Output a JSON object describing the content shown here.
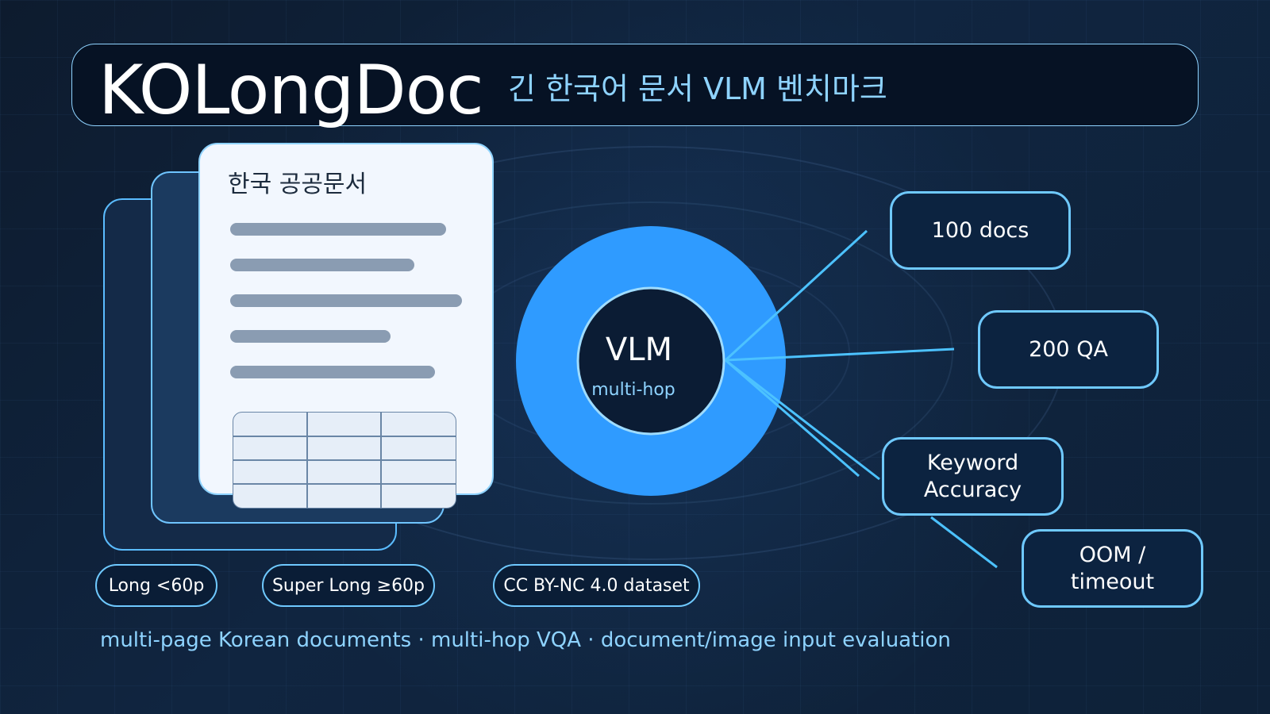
{
  "title": "KOLongDoc",
  "subtitle": "긴 한국어 문서 VLM 벤치마크",
  "document": {
    "title": "한국 공공문서",
    "text_lines": 5,
    "table": {
      "rows": 4,
      "cols": 3
    }
  },
  "center": {
    "label": "VLM",
    "sublabel": "multi-hop"
  },
  "stats": [
    {
      "label": "100 docs"
    },
    {
      "label": "200 QA"
    },
    {
      "label": "Keyword\nAccuracy"
    },
    {
      "label": "OOM /\ntimeout"
    }
  ],
  "tags": [
    {
      "label": "Long <60p"
    },
    {
      "label": "Super Long ≥60p"
    },
    {
      "label": "CC BY-NC 4.0 dataset"
    }
  ],
  "caption": "multi-page Korean documents · multi-hop VQA · document/image input evaluation",
  "colors": {
    "background": "#0f2239",
    "accent": "#2f9bff",
    "outline": "#6fc9ff",
    "subtitle_text": "#8ed3ff",
    "page": "#f2f7fe"
  }
}
